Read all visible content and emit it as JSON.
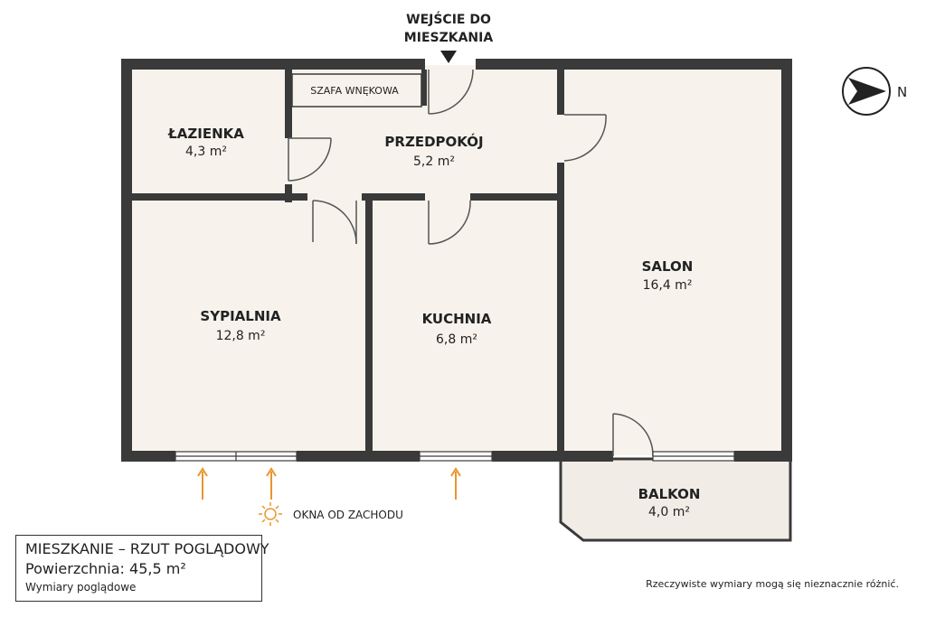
{
  "entrance": {
    "line1": "WEJŚCIE DO",
    "line2": "MIESZKANIA"
  },
  "north": {
    "label": "N"
  },
  "closet": {
    "name": "SZAFA WNĘKOWA"
  },
  "rooms": [
    {
      "id": "lazienka",
      "name": "ŁAZIENKA",
      "area": "4,3 m²"
    },
    {
      "id": "przedpokoj",
      "name": "PRZEDPOKÓJ",
      "area": "5,2 m²"
    },
    {
      "id": "salon",
      "name": "SALON",
      "area": "16,4 m²"
    },
    {
      "id": "sypialnia",
      "name": "SYPIALNIA",
      "area": "12,8 m²"
    },
    {
      "id": "kuchnia",
      "name": "KUCHNIA",
      "area": "6,8 m²"
    },
    {
      "id": "balkon",
      "name": "BALKON",
      "area": "4,0 m²"
    }
  ],
  "windows_note": "OKNA OD ZACHODU",
  "legend": {
    "title": "MIESZKANIE – RZUT POGLĄDOWY",
    "area": "Powierzchnia: 45,5 m²",
    "note": "Wymiary poglądowe"
  },
  "disclaimer": "Rzeczywiste wymiary mogą się nieznacznie różnić.",
  "colors": {
    "wall": "#3a3a3a",
    "floor": "#f7f3ec",
    "balcony": "#f1ece6",
    "sun_arrow": "#e8962e",
    "door_line": "#555555"
  }
}
